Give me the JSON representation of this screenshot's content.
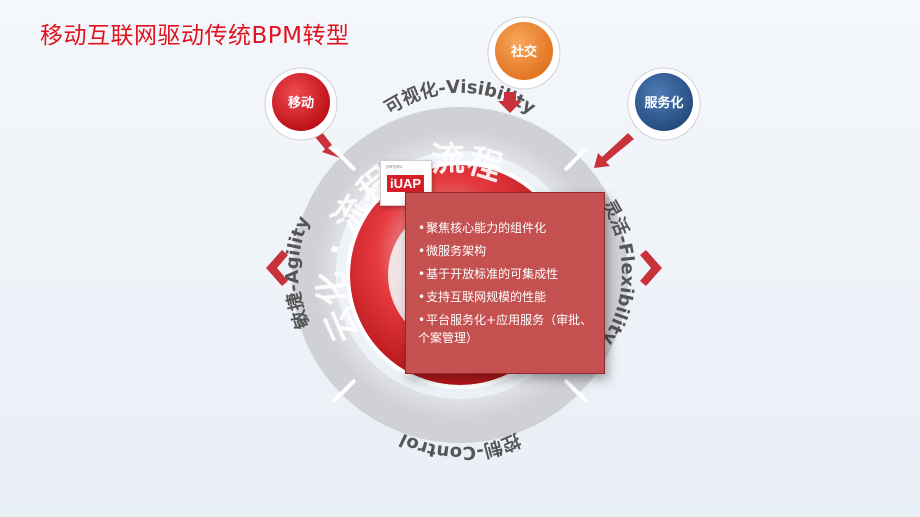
{
  "title": "移动互联网驱动传统BPM转型",
  "bubbles": {
    "mobile": "移动",
    "social": "社交",
    "service": "服务化"
  },
  "ring": {
    "top": "可视化-Visibility",
    "left": "敏捷-Agility",
    "right": "灵活-Flexibility",
    "bottom": "控制-Control"
  },
  "inner_ring_text": "云化 · 流程 · 流程",
  "logo": {
    "brand": "iUAP",
    "tagline": "yonyou"
  },
  "card_items": [
    "聚焦核心能力的组件化",
    "微服务架构",
    "基于开放标准的可集成性",
    "支持互联网规模的性能",
    "平台服务化+应用服务（审批、个案管理）"
  ],
  "colors": {
    "title": "#e0141e",
    "mobile_bubble": "#d4121c",
    "social_bubble": "#f08a30",
    "service_bubble": "#2e5b92",
    "card": "#c55050",
    "ring": "#d9dadd"
  }
}
